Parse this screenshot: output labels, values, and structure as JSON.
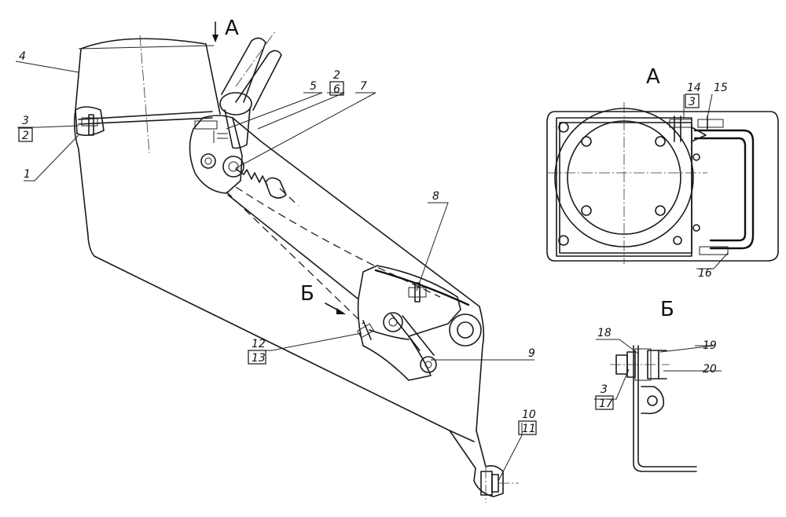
{
  "views": {
    "view_a_title": "А",
    "view_b_title": "Б",
    "arrow_a": "A",
    "arrow_b": "Б"
  },
  "callouts": [
    {
      "id": "c4",
      "top": "4"
    },
    {
      "id": "c3",
      "top": "3",
      "bottom": "2"
    },
    {
      "id": "c1",
      "top": "1"
    },
    {
      "id": "c5",
      "top": "5"
    },
    {
      "id": "c2",
      "top": "2",
      "bottom": "6"
    },
    {
      "id": "c7",
      "top": "7"
    },
    {
      "id": "c8",
      "top": "8"
    },
    {
      "id": "c12",
      "top": "12",
      "bottom": "13"
    },
    {
      "id": "c9",
      "top": "9"
    },
    {
      "id": "c10",
      "top": "10",
      "bottom": "11"
    },
    {
      "id": "c14",
      "top": "14",
      "bottom": "3"
    },
    {
      "id": "c15",
      "top": "15"
    },
    {
      "id": "c16",
      "top": "16"
    },
    {
      "id": "c18",
      "top": "18"
    },
    {
      "id": "c19",
      "top": "19"
    },
    {
      "id": "c20",
      "top": "20"
    },
    {
      "id": "c3b",
      "top": "3",
      "bottom": "17"
    }
  ]
}
